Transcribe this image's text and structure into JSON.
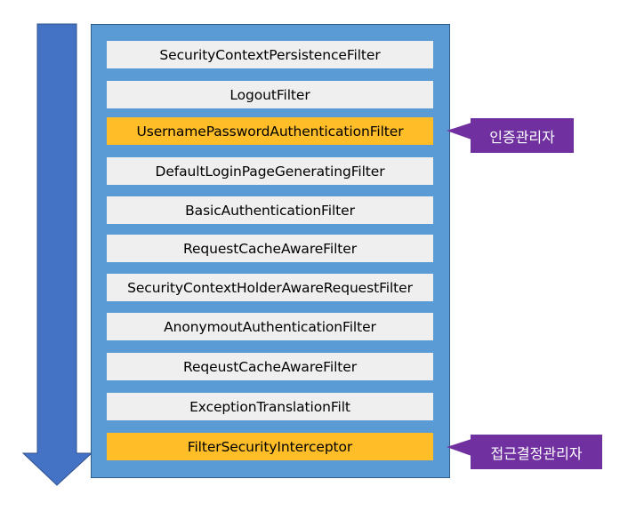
{
  "filters": [
    {
      "label": "SecurityContextPersistenceFilter",
      "highlight": false
    },
    {
      "label": "LogoutFilter",
      "highlight": false
    },
    {
      "label": "UsernamePasswordAuthenticationFilter",
      "highlight": true
    },
    {
      "label": "DefaultLoginPageGeneratingFilter",
      "highlight": false
    },
    {
      "label": "BasicAuthenticationFilter",
      "highlight": false
    },
    {
      "label": "RequestCacheAwareFilter",
      "highlight": false
    },
    {
      "label": "SecurityContextHolderAwareRequestFilter",
      "highlight": false
    },
    {
      "label": "AnonymoutAuthenticationFilter",
      "highlight": false
    },
    {
      "label": "ReqeustCacheAwareFilter",
      "highlight": false
    },
    {
      "label": "ExceptionTranslationFilt",
      "highlight": false
    },
    {
      "label": "FilterSecurityInterceptor",
      "highlight": true
    }
  ],
  "callouts": {
    "authentication_manager": "인증관리자",
    "access_decision_manager": "접근결정관리자"
  },
  "colors": {
    "arrow": "#4472c4",
    "panel": "#5b9bd5",
    "filter_box": "#efefef",
    "highlight_box": "#ffbe28",
    "callout": "#7030a0"
  }
}
